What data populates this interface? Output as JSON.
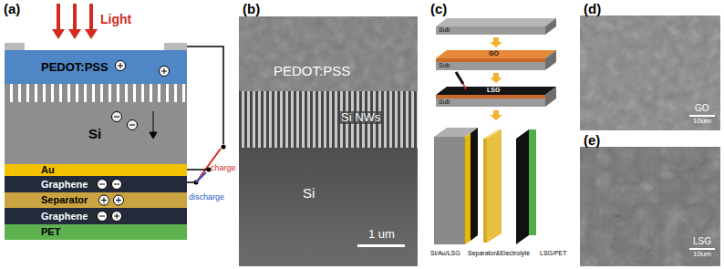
{
  "diagram": {
    "nodes": [
      {
        "text": [
          "PEDOT:PSS"
        ]
      },
      {
        "text": [
          "Si"
        ]
      },
      {
        "text": [
          "Au"
        ]
      },
      {
        "text": [
          "Graphene"
        ]
      },
      {
        "text": [
          "Separator"
        ]
      },
      {
        "text": [
          "Graphene"
        ]
      },
      {
        "text": [
          "PET"
        ]
      }
    ],
    "labels": [
      "(a)",
      "Light",
      "charge",
      "discharge",
      "(b)",
      "PEDOT:PSS",
      "Si NWs",
      "Si",
      "1 um",
      "(c)",
      "Sub",
      "GO",
      "Sub",
      "LSG",
      "Sub",
      "Si/Au/LSG",
      "Separator&Electrolyte",
      "LSG/PET",
      "(d)",
      "GO",
      "10um",
      "(e)",
      "LSG",
      "10um"
    ]
  }
}
